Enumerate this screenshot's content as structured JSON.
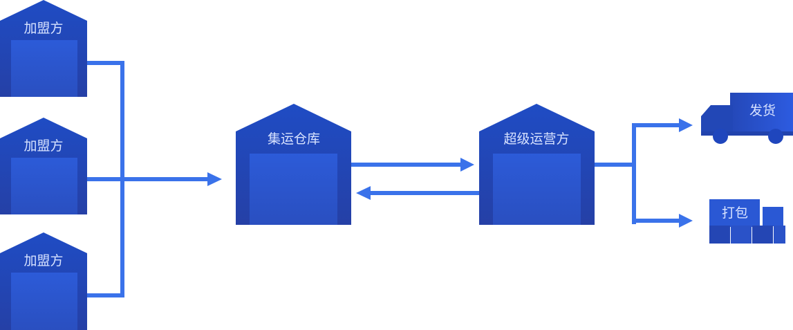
{
  "nodes": {
    "franchisee_1": {
      "label": "加盟方"
    },
    "franchisee_2": {
      "label": "加盟方"
    },
    "franchisee_3": {
      "label": "加盟方"
    },
    "consolidation_warehouse": {
      "label": "集运仓库"
    },
    "super_operator": {
      "label": "超级运营方"
    },
    "shipping": {
      "label": "发货",
      "icon": "truck-icon"
    },
    "packing": {
      "label": "打包",
      "icon": "boxes-icon"
    }
  },
  "colors": {
    "building_top": "#1e47b8",
    "building_bottom": "#2443a8",
    "building_door": "#2b5ad6",
    "arrow": "#3a72ea",
    "label": "#d8e3ff"
  }
}
